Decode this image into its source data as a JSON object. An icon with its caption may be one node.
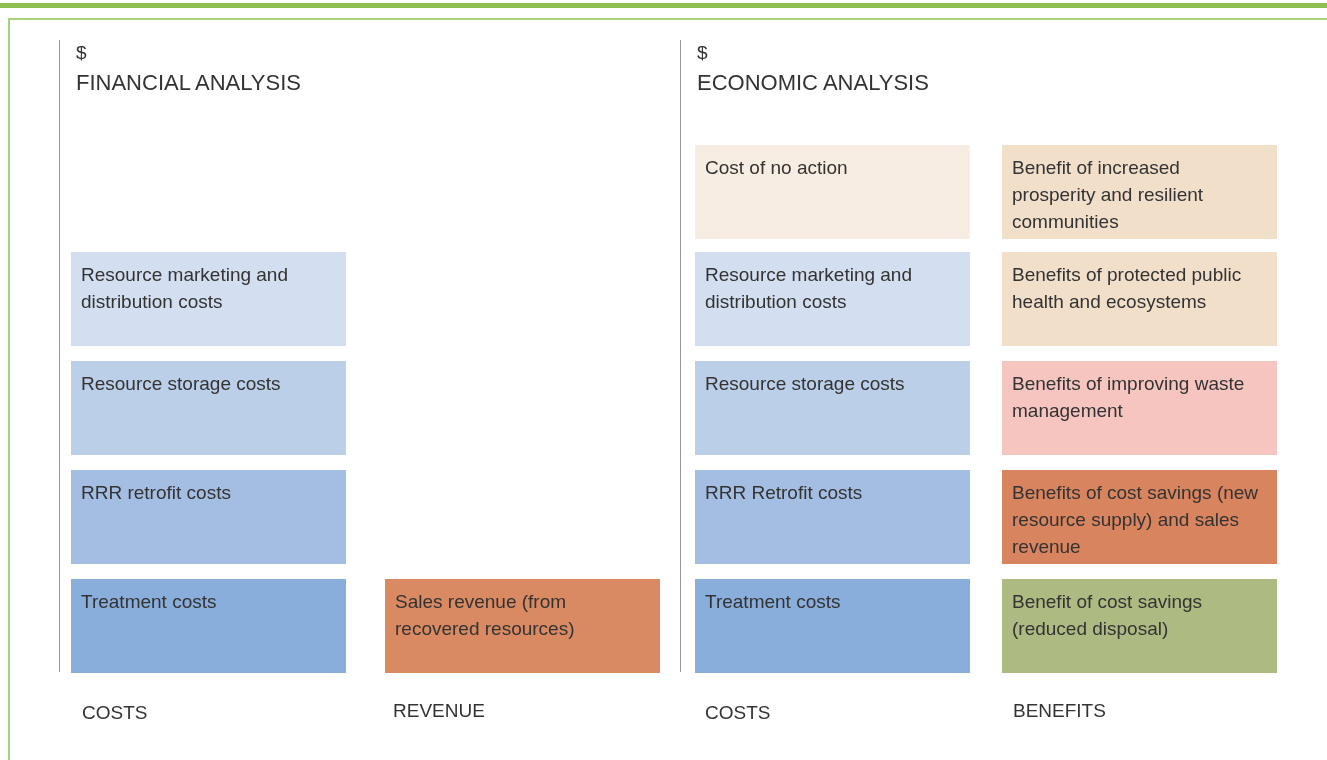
{
  "diagram": {
    "nodes": [
      {
        "text": [
          "Resource marketing and distribution costs"
        ]
      },
      {
        "text": [
          "Resource storage costs"
        ]
      },
      {
        "text": [
          "RRR retrofit costs"
        ]
      },
      {
        "text": [
          "Treatment costs"
        ]
      },
      {
        "text": [
          "Sales revenue (from recovered resources)"
        ]
      },
      {
        "text": [
          "Cost of no action"
        ]
      },
      {
        "text": [
          "Resource marketing and distribution costs"
        ]
      },
      {
        "text": [
          "Resource storage costs"
        ]
      },
      {
        "text": [
          "RRR Retrofit costs"
        ]
      },
      {
        "text": [
          "Treatment costs"
        ]
      },
      {
        "text": [
          "Benefit of increased prosperity and resilient communities"
        ]
      },
      {
        "text": [
          "Benefits of protected public health and ecosystems"
        ]
      },
      {
        "text": [
          "Benefits of improving waste management"
        ]
      },
      {
        "text": [
          "Benefits of cost savings (new resource supply) and sales revenue"
        ]
      },
      {
        "text": [
          "Benefit of cost savings (reduced disposal)"
        ]
      }
    ],
    "edges": [],
    "labels": [
      "$",
      "FINANCIAL ANALYSIS",
      "$",
      "ECONOMIC ANALYSIS",
      "COSTS",
      "REVENUE",
      "COSTS",
      "BENEFITS"
    ]
  }
}
